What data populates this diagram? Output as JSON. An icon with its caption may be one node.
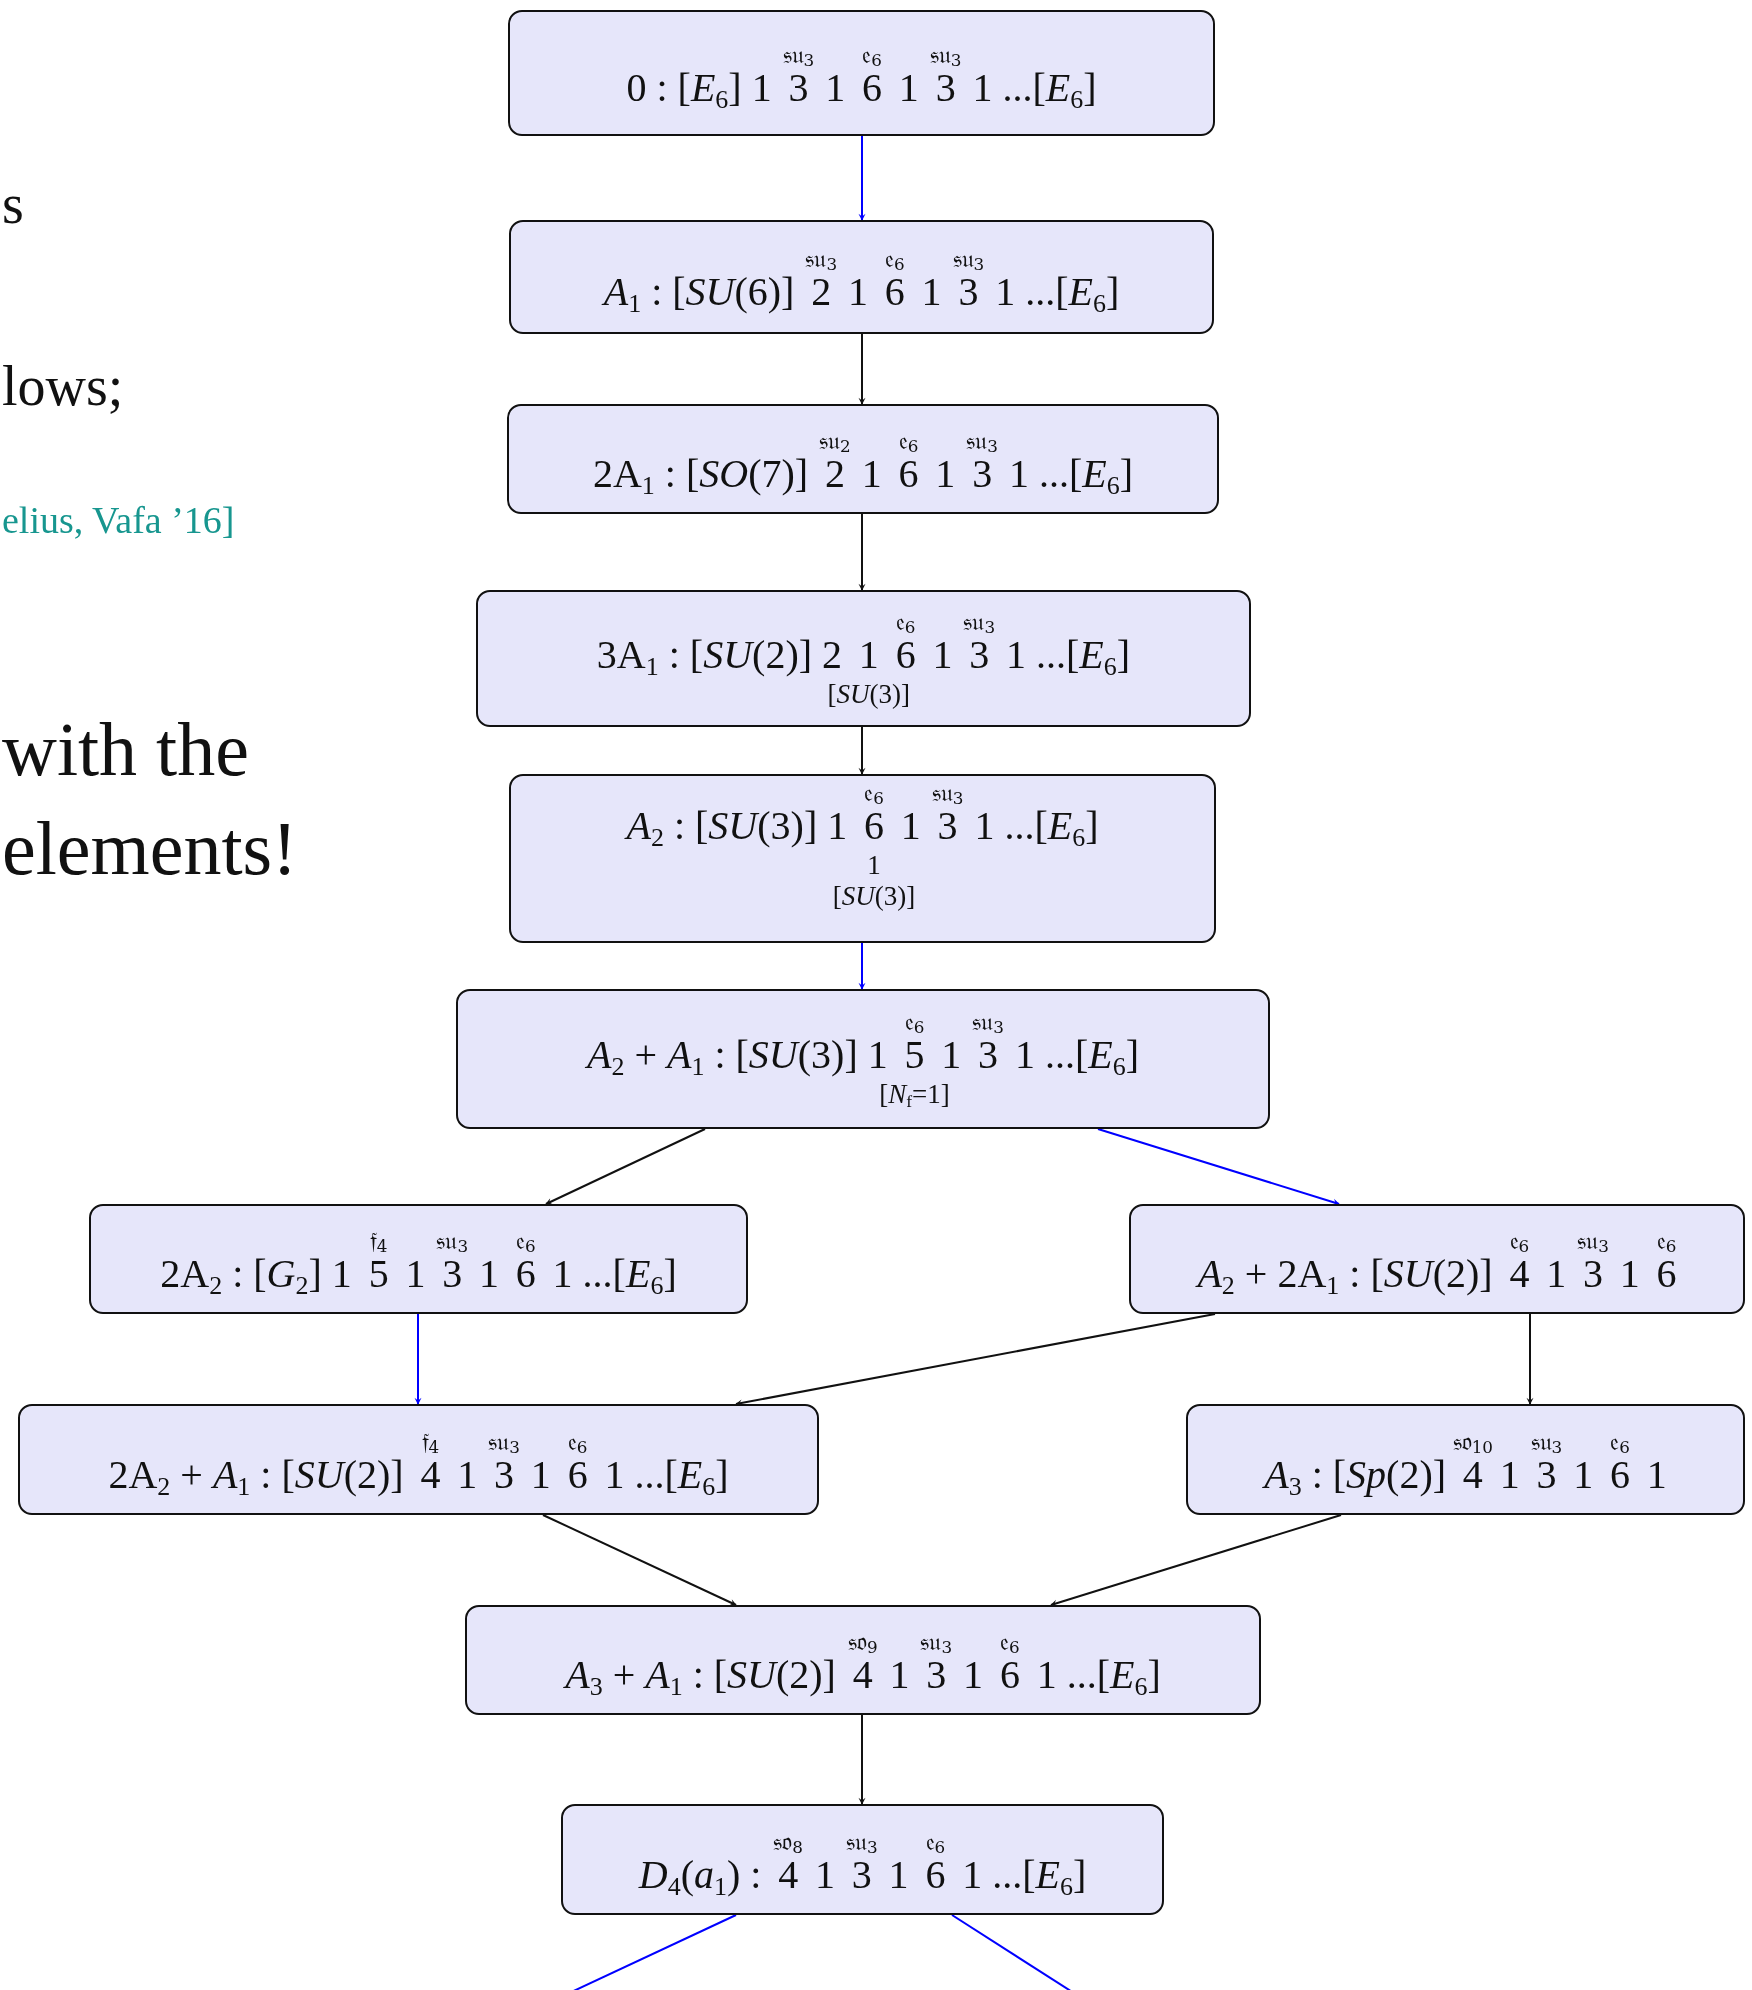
{
  "diagram": {
    "nodes": [
      {
        "text": [
          "0 : [*E*$_{6}$] 1",
          "𝔰𝔲$_{3}$",
          "3",
          "1",
          "𝔢$_{6}$",
          "6",
          "1",
          "𝔰𝔲$_{3}$",
          "3",
          "1 ...[*E*$_{6}$]"
        ]
      },
      {
        "text": [
          "*A*$_{1}$ : [*SU*(6)]",
          "𝔰𝔲$_{3}$",
          "2",
          "1",
          "𝔢$_{6}$",
          "6",
          "1",
          "𝔰𝔲$_{3}$",
          "3",
          "1 ...[*E*$_{6}$]"
        ]
      },
      {
        "text": [
          "2A$_{1}$ : [*SO*(7)]",
          "𝔰𝔲$_{2}$",
          "2",
          "1",
          "𝔢$_{6}$",
          "6",
          "1",
          "𝔰𝔲$_{3}$",
          "3",
          "1 ...[*E*$_{6}$]"
        ]
      },
      {
        "text": [
          "3A$_{1}$ : [*SU*(2)] 2",
          "1",
          "𝔢$_{6}$",
          "6",
          "1",
          "𝔰𝔲$_{3}$",
          "3",
          "1 ...[*E*$_{6}$]",
          "[*SU*(3)]"
        ]
      },
      {
        "text": [
          "*A*$_{2}$ : [*SU*(3)] 1",
          "𝔢$_{6}$",
          "6",
          "1",
          "𝔰𝔲$_{3}$",
          "3",
          "1 ...[*E*$_{6}$]",
          "1",
          "[*SU*(3)]"
        ]
      },
      {
        "text": [
          "*A*$_{2}$ + *A*$_{1}$ : [*SU*(3)] 1",
          "𝔢$_{6}$",
          "5",
          "1",
          "𝔰𝔲$_{3}$",
          "3",
          "1 ...[*E*$_{6}$]",
          "[*N*$_{f}$=1]"
        ]
      },
      {
        "text": [
          "2A$_{2}$ : [*G*$_{2}$] 1",
          "𝔣$_{4}$",
          "5",
          "1",
          "𝔰𝔲$_{3}$",
          "3",
          "1",
          "𝔢$_{6}$",
          "6",
          "1 ...[*E*$_{6}$]"
        ]
      },
      {
        "text": [
          "*A*$_{2}$ + 2A$_{1}$ : [*SU*(2)]",
          "𝔢$_{6}$",
          "4",
          "1",
          "𝔰𝔲$_{3}$",
          "3",
          "1",
          "𝔢$_{6}$",
          "6"
        ]
      },
      {
        "text": [
          "2A$_{2}$ + *A*$_{1}$ : [*SU*(2)]",
          "𝔣$_{4}$",
          "4",
          "1",
          "𝔰𝔲$_{3}$",
          "3",
          "1",
          "𝔢$_{6}$",
          "6",
          "1 ...[*E*$_{6}$]"
        ]
      },
      {
        "text": [
          "*A*$_{3}$ : [*Sp*(2)]",
          "𝔰𝔬$_{10}$",
          "4",
          "1",
          "𝔰𝔲$_{3}$",
          "3",
          "1",
          "𝔢$_{6}$",
          "6",
          "1"
        ]
      },
      {
        "text": [
          "*A*$_{3}$ + *A*$_{1}$ : [*SU*(2)]",
          "𝔰𝔬$_{9}$",
          "4",
          "1",
          "𝔰𝔲$_{3}$",
          "3",
          "1",
          "𝔢$_{6}$",
          "6",
          "1 ...[*E*$_{6}$]"
        ]
      },
      {
        "text": [
          "*D*$_{4}$(*a*$_{1}$) :",
          "𝔰𝔬$_{8}$",
          "4",
          "1",
          "𝔰𝔲$_{3}$",
          "3",
          "1",
          "𝔢$_{6}$",
          "6",
          "1 ...[*E*$_{6}$]"
        ]
      }
    ],
    "edges": [
      {
        "from": 0,
        "to": 1,
        "arrow": "to",
        "color": "#0000ff"
      },
      {
        "from": 1,
        "to": 2,
        "arrow": "to"
      },
      {
        "from": 2,
        "to": 3,
        "arrow": "to"
      },
      {
        "from": 3,
        "to": 4,
        "arrow": "to"
      },
      {
        "from": 4,
        "to": 5,
        "arrow": "to",
        "color": "#0000ff"
      },
      {
        "from": 5,
        "to": 6,
        "arrow": "to"
      },
      {
        "from": 5,
        "to": 7,
        "arrow": "to",
        "color": "#0000ff"
      },
      {
        "from": 6,
        "to": 8,
        "arrow": "to",
        "color": "#0000ff"
      },
      {
        "from": 7,
        "to": 8,
        "arrow": "to"
      },
      {
        "from": 7,
        "to": 9,
        "arrow": "to"
      },
      {
        "from": 8,
        "to": 10,
        "arrow": "to"
      },
      {
        "from": 9,
        "to": 10,
        "arrow": "to"
      },
      {
        "from": 10,
        "to": 11,
        "arrow": "to"
      },
      {
        "from": 11,
        "to": null,
        "arrow": "none",
        "color": "#0000ff"
      },
      {
        "from": 11,
        "to": null,
        "arrow": "none",
        "color": "#0000ff"
      }
    ],
    "labels": [
      "s",
      "lows;",
      "elius, Vafa ’16]",
      "with the elements!"
    ]
  }
}
